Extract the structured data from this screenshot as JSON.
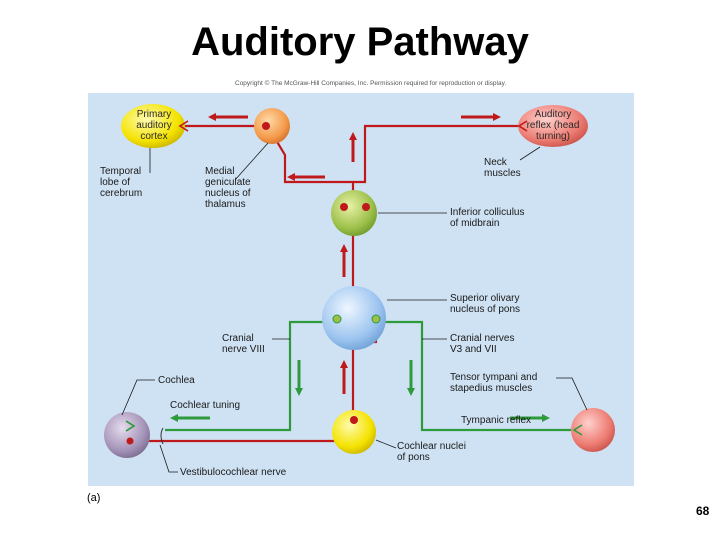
{
  "title": "Auditory Pathway",
  "copyright": "Copyright © The McGraw-Hill Companies, Inc. Permission required for reproduction or display.",
  "part_label": "(a)",
  "page_number": "68",
  "colors": {
    "panel": "#cfe2f3",
    "ascending_pathway": "#c0191b",
    "descending_pathway": "#2e9a3c",
    "leader_lines": "#1a1a1a"
  },
  "nodes": {
    "primary_auditory_cortex": "Primary\nauditory\ncortex",
    "auditory_reflex": "Auditory\nreflex (head\nturning)"
  },
  "labels": {
    "temporal_lobe": "Temporal\nlobe of\ncerebrum",
    "medial_geniculate": "Medial\ngeniculate\nnucleus of\nthalamus",
    "neck_muscles": "Neck\nmuscles",
    "inferior_colliculus": "Inferior colliculus\nof midbrain",
    "superior_olivary": "Superior olivary\nnucleus of pons",
    "cranial_nerve_viii": "Cranial\nnerve VIII",
    "cranial_nerves_v3_vii": "Cranial nerves\nV3 and VII",
    "cochlea": "Cochlea",
    "cochlear_tuning": "Cochlear tuning",
    "tensor_tympani": "Tensor tympani and\nstapedius muscles",
    "tympanic_reflex": "Tympanic reflex",
    "cochlear_nuclei": "Cochlear nuclei\nof pons",
    "vestibulocochlear_nerve": "Vestibulocochlear nerve"
  }
}
